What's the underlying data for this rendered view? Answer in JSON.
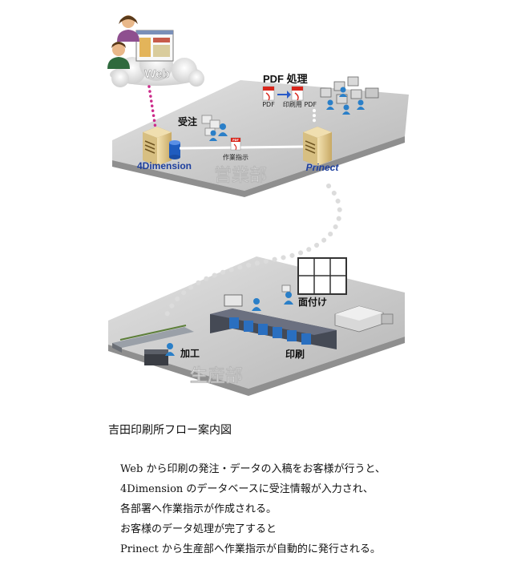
{
  "diagram": {
    "web_label": "Web",
    "sales": {
      "department": "営業部",
      "server_left": "4Dimension",
      "server_right": "Prinect",
      "order_label": "受注",
      "pdf_process_label": "PDF 処理",
      "pdf_left": "PDF",
      "pdf_right": "印刷用 PDF",
      "pdf_tag": "PDF",
      "work_order_doc": "作業指示"
    },
    "production": {
      "department": "生産部",
      "imposition_label": "面付け",
      "printing_label": "印刷",
      "finishing_label": "加工"
    },
    "colors": {
      "web_link": "#cc2b8a",
      "server_name": "#1d3f9e",
      "department_text": "#ffffff",
      "platform": "#c4c4c4",
      "user_icon": "#2a7fc8",
      "pdf_red": "#d8261c"
    }
  },
  "caption": "吉田印刷所フロー案内図",
  "description": [
    "Web から印刷の発注・データの入稿をお客様が行うと、",
    "4Dimension のデータベースに受注情報が入力され、",
    "各部署へ作業指示が作成される。",
    "お客様のデータ処理が完了すると",
    "Prinect から生産部へ作業指示が自動的に発行される。"
  ]
}
